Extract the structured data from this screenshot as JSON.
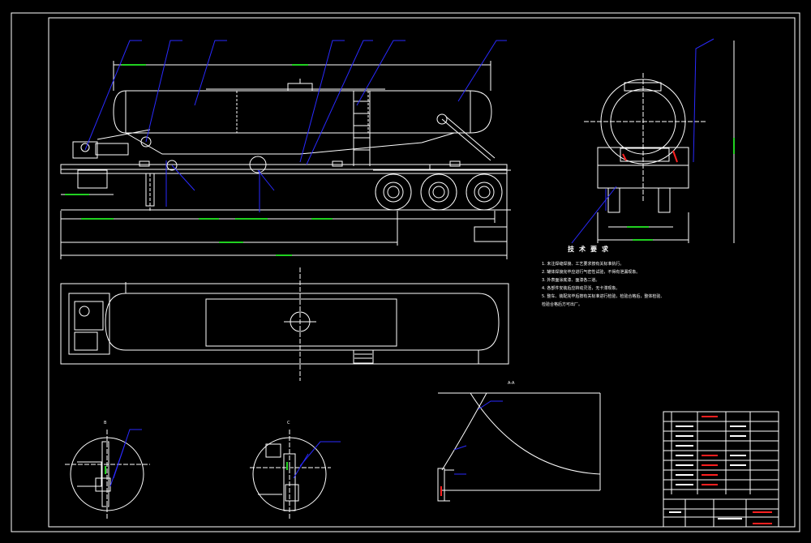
{
  "technical_requirements": {
    "title": "技术要求",
    "lines": [
      "1. 未注焊缝焊接、工艺要求按有关标准执行。",
      "2. 罐体焊接完毕应进行气密性试验，不得有泄漏现象。",
      "3. 外表面涂底漆、面漆各二道。",
      "4. 各部件安装后应转动灵活，无卡滞现象。",
      "5. 整车、装配完毕后按有关标准进行检验，检验合格后，整体检验、",
      "   检验合格后方可出厂。"
    ]
  },
  "view_labels": {
    "detail_a": "A-A",
    "detail_b": "B",
    "detail_c": "C"
  },
  "colors": {
    "background": "#000000",
    "outline": "#ffffff",
    "leader": "#2a2aff",
    "accent_red": "#ff2020"
  }
}
